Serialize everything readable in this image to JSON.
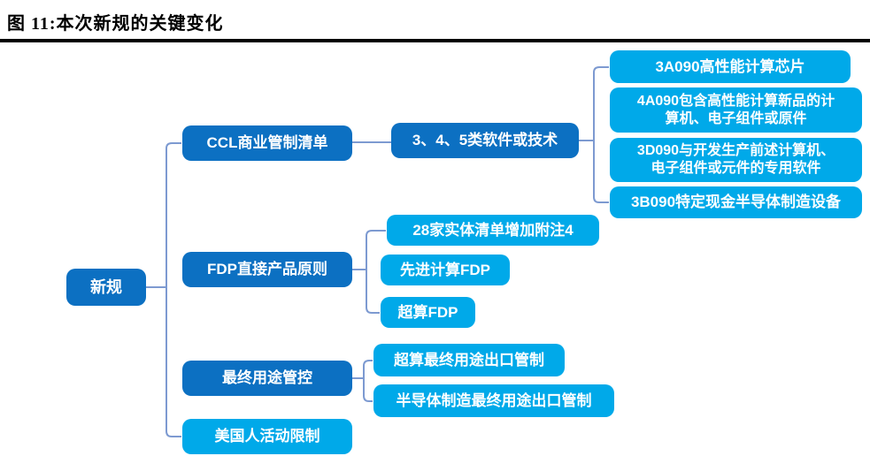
{
  "figure": {
    "title": "图 11:本次新规的关键变化"
  },
  "colors": {
    "dark_node": "#0c70c2",
    "light_node": "#00a9e9",
    "connector": "#7d9ad1",
    "node_text": "#ffffff",
    "title_rule": "#000000"
  },
  "tree": {
    "root": {
      "label": "新规"
    },
    "branches": [
      {
        "label": "CCL商业管制清单",
        "children": [
          {
            "label": "3、4、5类软件或技术",
            "children": [
              {
                "label": "3A090高性能计算芯片"
              },
              {
                "label": "4A090包含高性能计算新品的计算机、电子组件或原件"
              },
              {
                "label": "3D090与开发生产前述计算机、电子组件或元件的专用软件"
              },
              {
                "label": "3B090特定现金半导体制造设备"
              }
            ]
          }
        ]
      },
      {
        "label": "FDP直接产品原则",
        "children": [
          {
            "label": "28家实体清单增加附注4"
          },
          {
            "label": "先进计算FDP"
          },
          {
            "label": "超算FDP"
          }
        ]
      },
      {
        "label": "最终用途管控",
        "children": [
          {
            "label": "超算最终用途出口管制"
          },
          {
            "label": "半导体制造最终用途出口管制"
          }
        ]
      },
      {
        "label": "美国人活动限制",
        "children": []
      }
    ]
  }
}
